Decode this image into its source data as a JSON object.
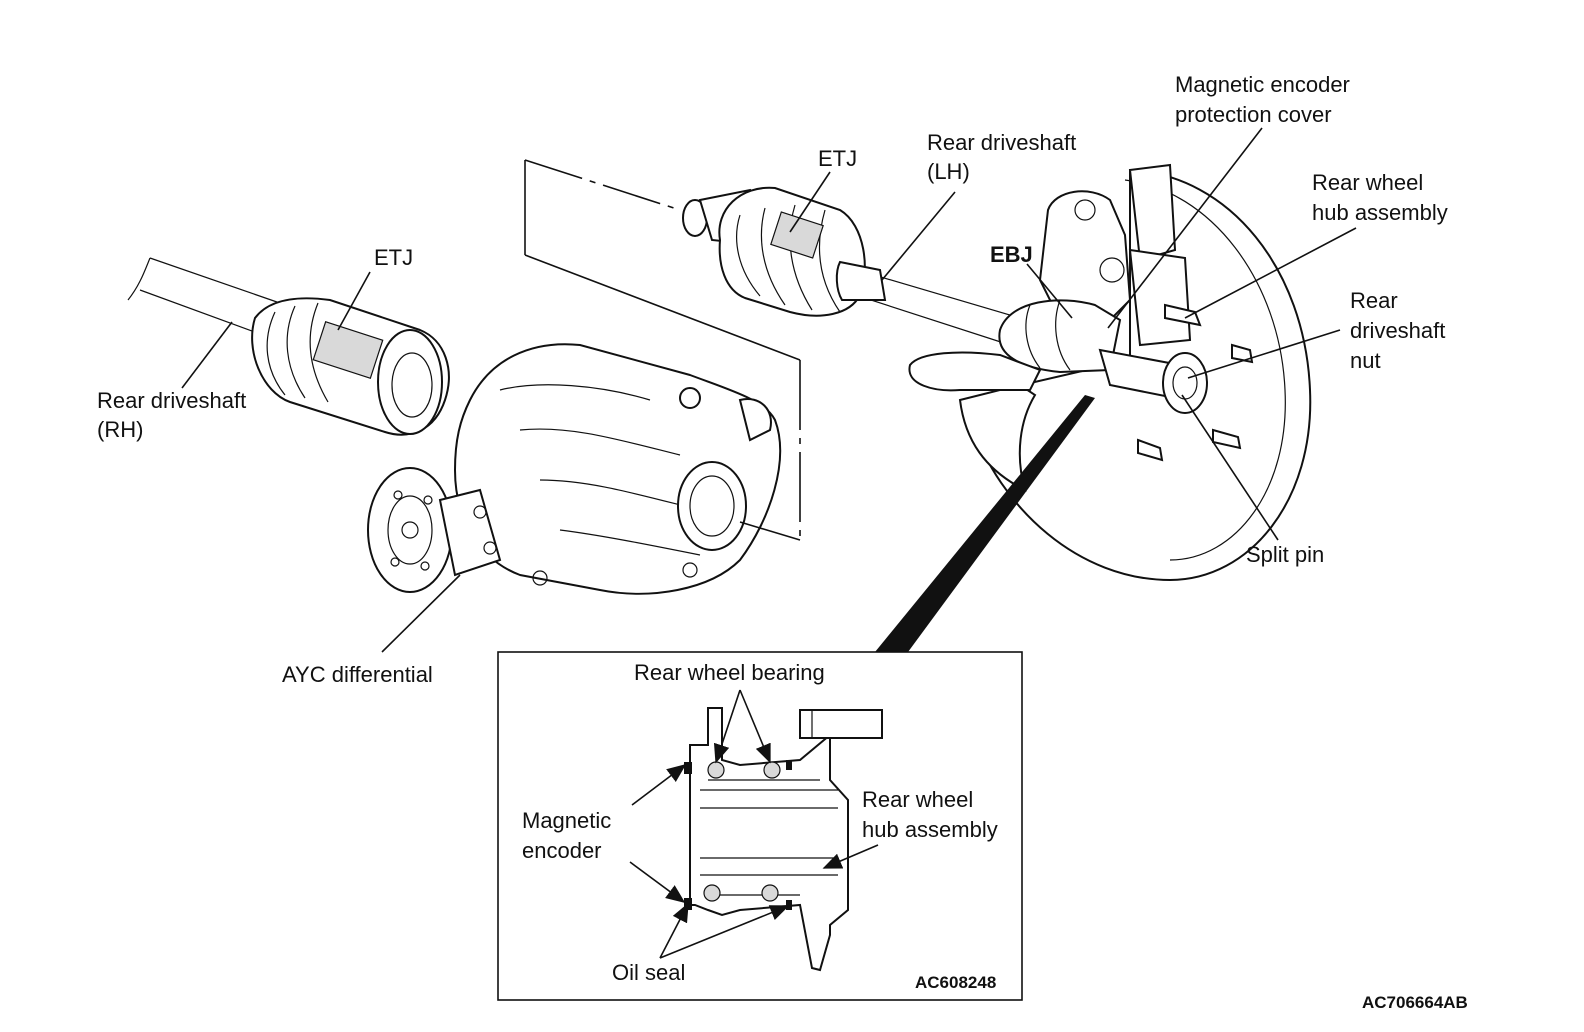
{
  "labels": {
    "etj_left": "ETJ",
    "etj_right": "ETJ",
    "rear_driveshaft_rh_line1": "Rear driveshaft",
    "rear_driveshaft_rh_line2": "(RH)",
    "rear_driveshaft_lh_line1": "Rear driveshaft",
    "rear_driveshaft_lh_line2": "(LH)",
    "ayc_differential": "AYC differential",
    "ebj": "EBJ",
    "encoder_cover_line1": "Magnetic encoder",
    "encoder_cover_line2": "protection cover",
    "hub_assembly_line1": "Rear wheel",
    "hub_assembly_line2": "hub assembly",
    "driveshaft_nut_line1": "Rear",
    "driveshaft_nut_line2": "driveshaft",
    "driveshaft_nut_line3": "nut",
    "split_pin": "Split pin"
  },
  "inset": {
    "rear_wheel_bearing": "Rear wheel bearing",
    "magnetic_encoder_line1": "Magnetic",
    "magnetic_encoder_line2": "encoder",
    "hub_assembly_line1": "Rear wheel",
    "hub_assembly_line2": "hub assembly",
    "oil_seal": "Oil seal",
    "figure_code": "AC608248"
  },
  "figure_code": "AC706664AB"
}
